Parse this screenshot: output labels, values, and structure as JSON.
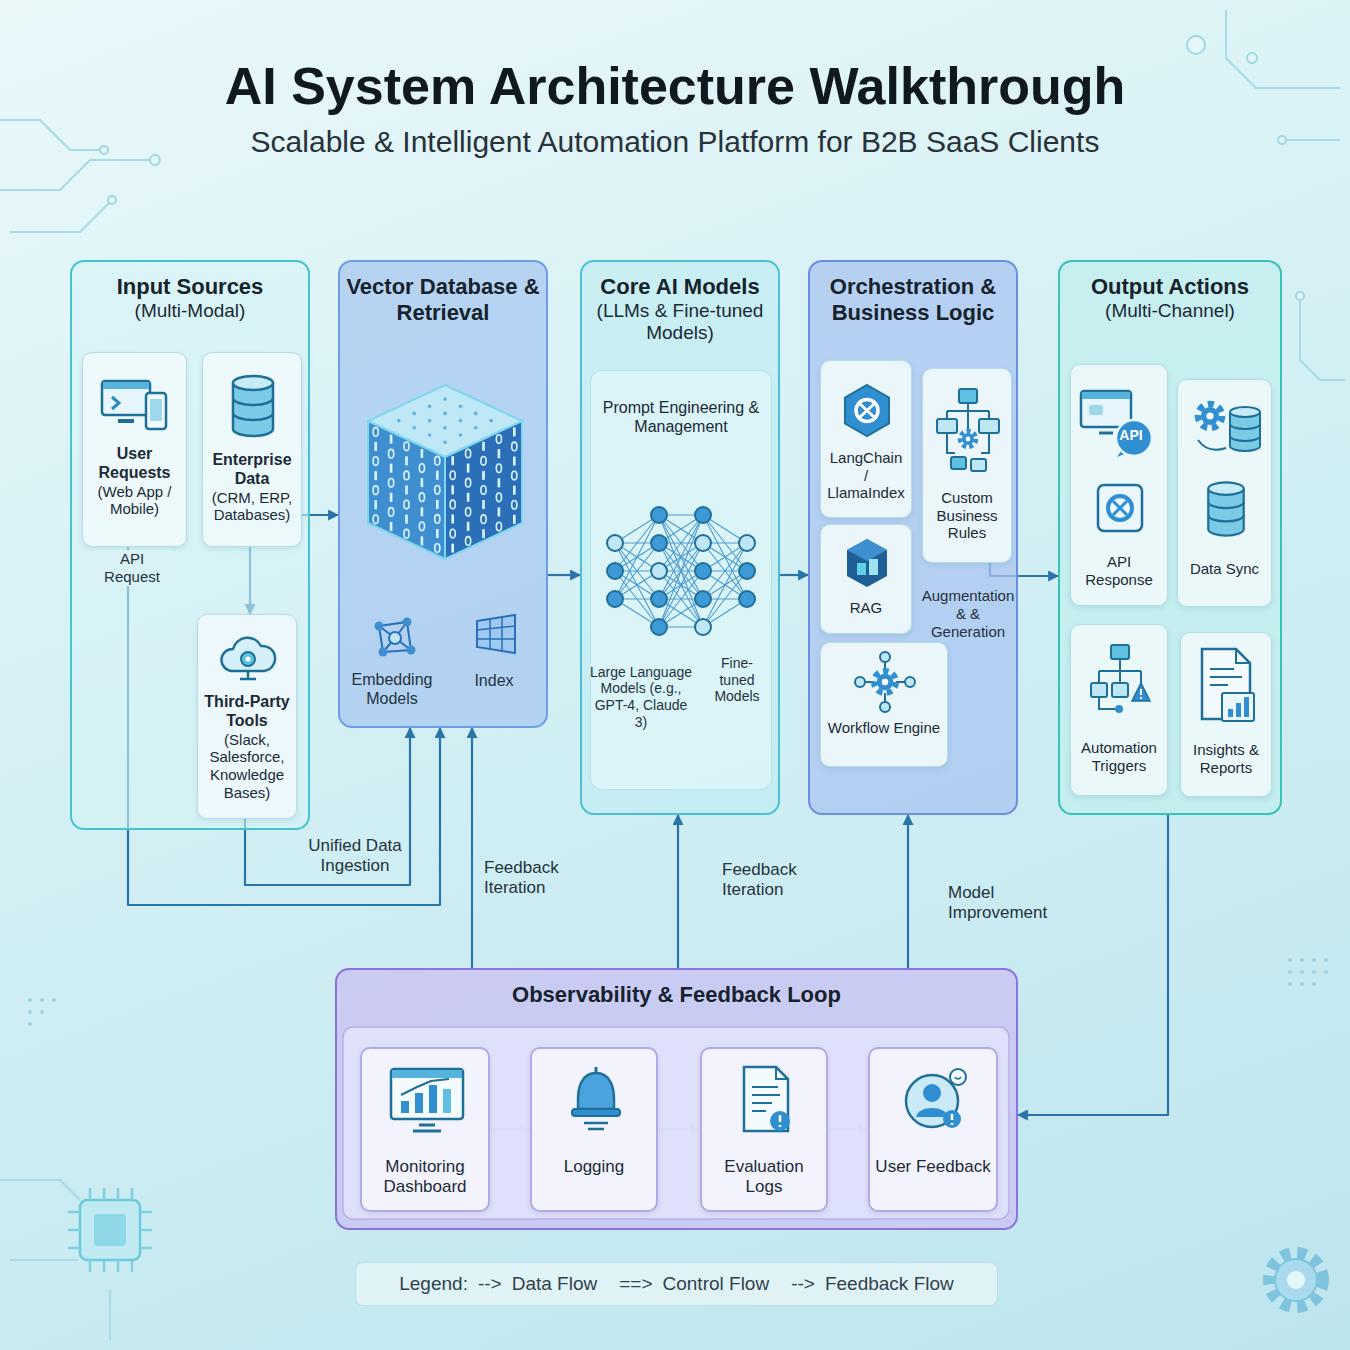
{
  "diagram": {
    "title": "AI System Architecture Walkthrough",
    "caption": "Scalable & Intelligent Automation Platform for B2B SaaS Clients",
    "nodes": [
      {
        "text": [
          "Input Sources",
          "(Multi-Modal)"
        ]
      },
      {
        "text": [
          "User Requests",
          "(Web App / Mobile)"
        ],
        "in": 0
      },
      {
        "text": [
          "Enterprise Data",
          "(CRM, ERP, Databases)"
        ],
        "in": 0
      },
      {
        "text": [
          "Third-Party Tools",
          "(Slack, Salesforce, Knowledge Bases)"
        ],
        "in": 0
      },
      {
        "text": [
          "Vector Database & Retrieval"
        ]
      },
      {
        "text": [
          "Core AI Models",
          "(LLMs & Fine-tuned Models)"
        ]
      },
      {
        "text": [
          "Prompt Engineering & Management"
        ],
        "in": 5
      },
      {
        "text": [
          "Orchestration & Business Logic"
        ]
      },
      {
        "text": [
          "LangChain / LlamaIndex"
        ],
        "in": 7
      },
      {
        "text": [
          "Custom Business Rules"
        ],
        "in": 7
      },
      {
        "text": [
          "RAG"
        ],
        "in": 7
      },
      {
        "text": [
          "Workflow Engine"
        ],
        "in": 7
      },
      {
        "text": [
          "Output Actions",
          "(Multi-Channel)"
        ]
      },
      {
        "text": [
          "API Response"
        ],
        "in": 12
      },
      {
        "text": [
          "Data Sync"
        ],
        "in": 12
      },
      {
        "text": [
          "Automation Triggers"
        ],
        "in": 12
      },
      {
        "text": [
          "Insights & Reports"
        ],
        "in": 12
      },
      {
        "text": [
          "Observability & Feedback Loop"
        ]
      },
      {
        "text": [
          "Monitoring Dashboard"
        ],
        "in": 17
      },
      {
        "text": [
          "Logging"
        ],
        "in": 17
      },
      {
        "text": [
          "Evaluation Logs"
        ],
        "in": 17
      },
      {
        "text": [
          "User Feedback"
        ],
        "in": 17
      }
    ],
    "edges": [
      {
        "from": 1,
        "to": 4,
        "arrow": "to",
        "label": "API Request"
      },
      {
        "from": 3,
        "to": 4,
        "arrow": "to",
        "label": "Unified Data Ingestion"
      },
      {
        "from": 2,
        "to": 3,
        "arrow": "to"
      },
      {
        "from": 2,
        "to": 4,
        "arrow": "to"
      },
      {
        "from": 4,
        "to": 5,
        "arrow": "to"
      },
      {
        "from": 5,
        "to": 7,
        "arrow": "to"
      },
      {
        "from": 9,
        "to": 12,
        "arrow": "to",
        "label": "Augmentation & & Generation"
      },
      {
        "from": 12,
        "to": 17,
        "arrow": "to"
      },
      {
        "from": 18,
        "to": 19,
        "arrow": "to"
      },
      {
        "from": 19,
        "to": 20,
        "arrow": "to"
      },
      {
        "from": 20,
        "to": 21,
        "arrow": "to"
      },
      {
        "from": 17,
        "to": 4,
        "arrow": "to",
        "label": "Feedback Iteration"
      },
      {
        "from": 17,
        "to": 5,
        "arrow": "to",
        "label": "Feedback Iteration"
      },
      {
        "from": 17,
        "to": 7,
        "arrow": "to",
        "label": "Model Improvement"
      }
    ],
    "labels": [
      "Embedding Models",
      "Index",
      "Large Language Models (e.g., GPT-4, Claude 3)",
      "Fine-tuned Models",
      "API",
      "Legend:",
      "-->",
      "==>",
      "-->"
    ],
    "legend": [
      {
        "text": "Data Flow"
      },
      {
        "text": "Control Flow"
      },
      {
        "text": "Feedback Flow"
      }
    ]
  }
}
